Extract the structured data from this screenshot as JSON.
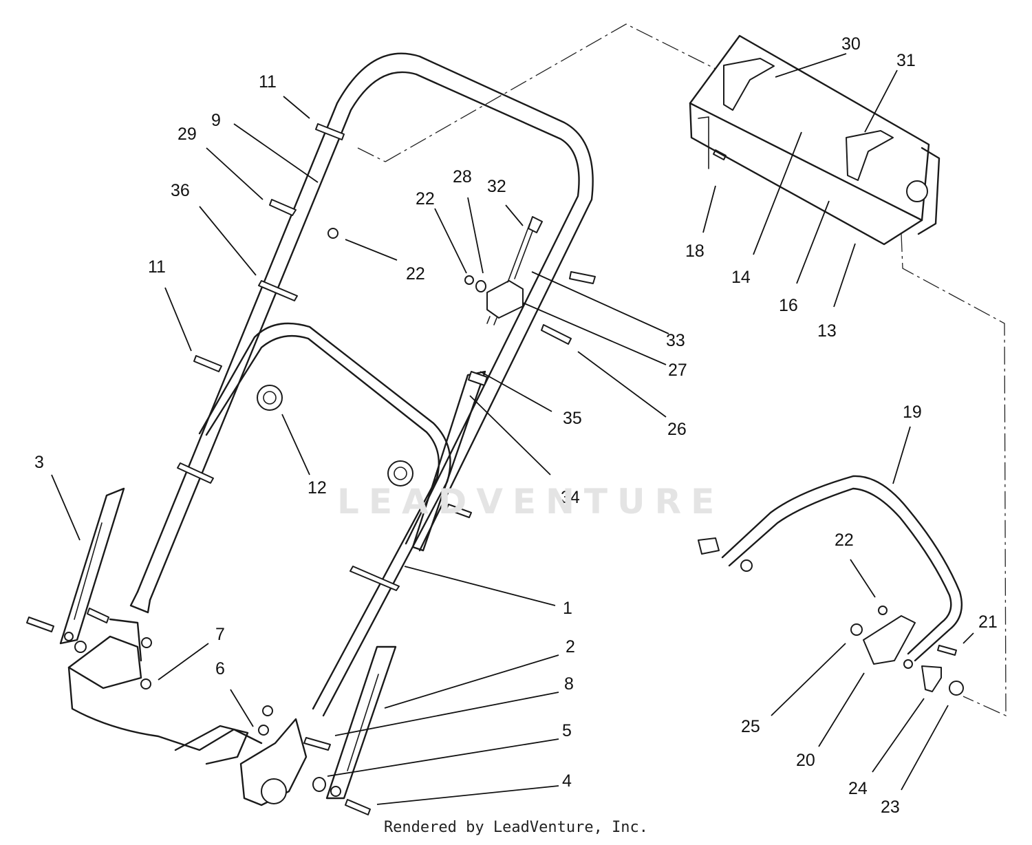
{
  "watermark": "LEADVENTURE",
  "credit": "Rendered by LeadVenture, Inc.",
  "callouts": [
    {
      "id": "1",
      "label": "1"
    },
    {
      "id": "2",
      "label": "2"
    },
    {
      "id": "3",
      "label": "3"
    },
    {
      "id": "4",
      "label": "4"
    },
    {
      "id": "5",
      "label": "5"
    },
    {
      "id": "6",
      "label": "6"
    },
    {
      "id": "7",
      "label": "7"
    },
    {
      "id": "8",
      "label": "8"
    },
    {
      "id": "9",
      "label": "9"
    },
    {
      "id": "11a",
      "label": "11"
    },
    {
      "id": "11b",
      "label": "11"
    },
    {
      "id": "12",
      "label": "12"
    },
    {
      "id": "13",
      "label": "13"
    },
    {
      "id": "14",
      "label": "14"
    },
    {
      "id": "16",
      "label": "16"
    },
    {
      "id": "18",
      "label": "18"
    },
    {
      "id": "19",
      "label": "19"
    },
    {
      "id": "20",
      "label": "20"
    },
    {
      "id": "21",
      "label": "21"
    },
    {
      "id": "22a",
      "label": "22"
    },
    {
      "id": "22b",
      "label": "22"
    },
    {
      "id": "22c",
      "label": "22"
    },
    {
      "id": "23",
      "label": "23"
    },
    {
      "id": "24",
      "label": "24"
    },
    {
      "id": "25",
      "label": "25"
    },
    {
      "id": "26",
      "label": "26"
    },
    {
      "id": "27",
      "label": "27"
    },
    {
      "id": "28",
      "label": "28"
    },
    {
      "id": "29",
      "label": "29"
    },
    {
      "id": "30",
      "label": "30"
    },
    {
      "id": "31",
      "label": "31"
    },
    {
      "id": "32",
      "label": "32"
    },
    {
      "id": "33",
      "label": "33"
    },
    {
      "id": "34",
      "label": "34"
    },
    {
      "id": "35",
      "label": "35"
    },
    {
      "id": "36",
      "label": "36"
    }
  ]
}
